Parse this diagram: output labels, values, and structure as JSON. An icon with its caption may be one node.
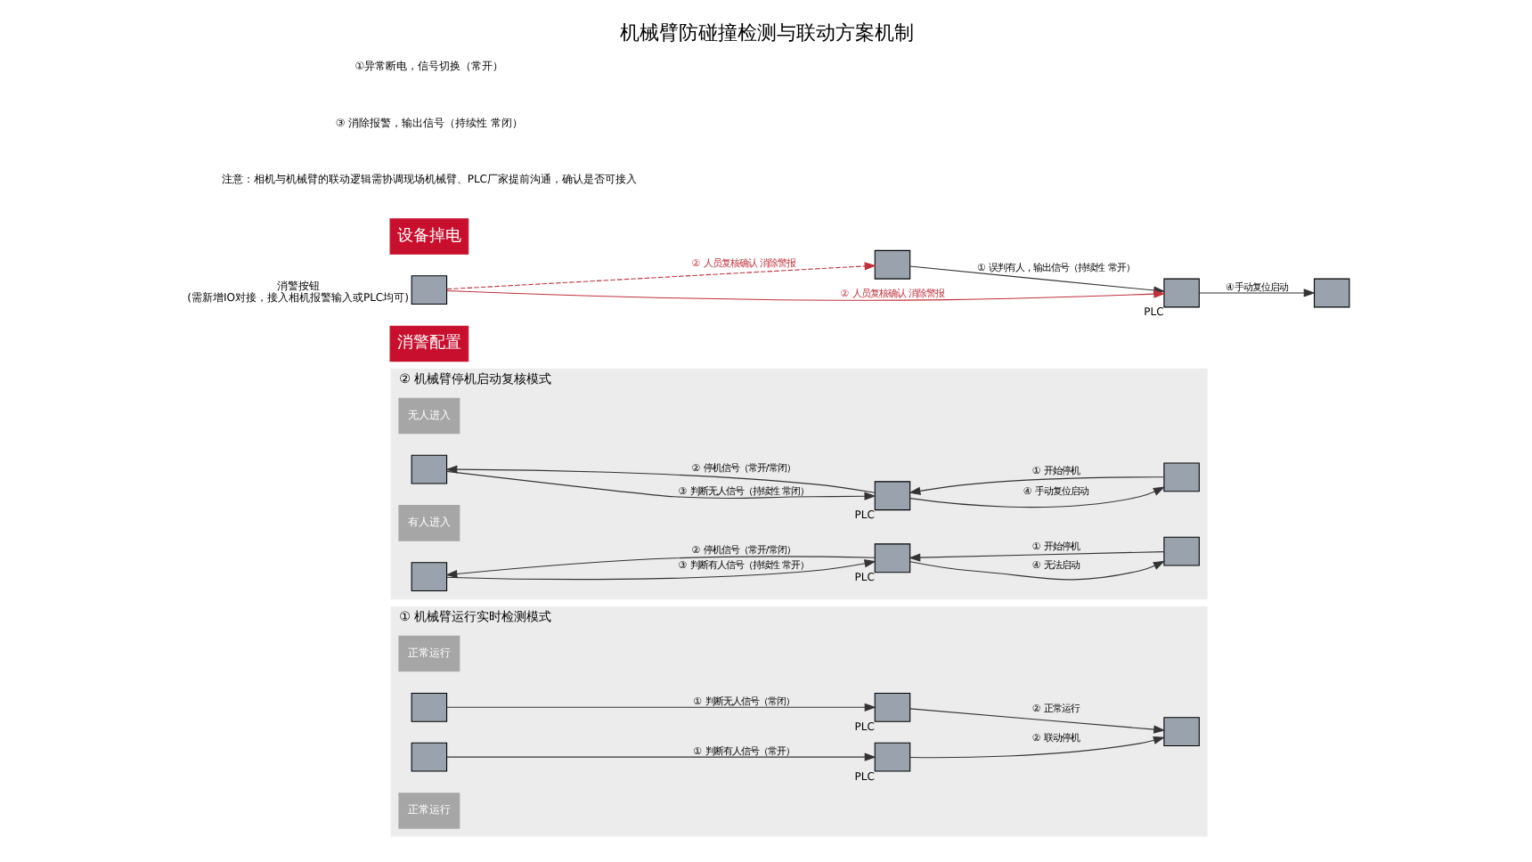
{
  "diagram": {
    "title": "机械臂防碰撞检测与联动方案机制",
    "nodes": [
      {
        "text": [
          "① 机械臂运行实时检测模式"
        ]
      },
      {
        "text": [
          "正常运行"
        ],
        "in": 0
      },
      {
        "text": [],
        "shape": "box",
        "in": 0
      },
      {
        "text": [],
        "shape": "box",
        "in": 0,
        "beside": [
          "PLC"
        ]
      },
      {
        "text": [],
        "shape": "box",
        "in": 0
      },
      {
        "text": [],
        "shape": "box",
        "in": 0
      },
      {
        "text": [],
        "shape": "box",
        "in": 0,
        "beside": [
          "PLC"
        ]
      },
      {
        "text": [
          "正常运行"
        ],
        "in": 0
      },
      {
        "text": [
          "② 机械臂停机启动复核模式"
        ]
      },
      {
        "text": [
          "无人进入"
        ],
        "in": 8
      },
      {
        "text": [],
        "shape": "box",
        "in": 8
      },
      {
        "text": [],
        "shape": "box",
        "in": 8,
        "beside": [
          "PLC"
        ]
      },
      {
        "text": [],
        "shape": "box",
        "in": 8
      },
      {
        "text": [
          "有人进入"
        ],
        "in": 8
      },
      {
        "text": [],
        "shape": "box",
        "in": 8
      },
      {
        "text": [],
        "shape": "box",
        "in": 8,
        "beside": [
          "PLC"
        ]
      },
      {
        "text": [],
        "shape": "box",
        "in": 8
      },
      {
        "text": [
          "消警配置"
        ]
      },
      {
        "text": [],
        "shape": "box"
      },
      {
        "text": [],
        "shape": "box",
        "beside": [
          "PLC"
        ]
      },
      {
        "text": [],
        "shape": "box"
      },
      {
        "text": [],
        "shape": "box",
        "beside": [
          "消警按钮",
          "(需新增IO对接，接入相机报警输入或PLC均可)"
        ]
      },
      {
        "text": [
          "设备掉电"
        ]
      }
    ],
    "edges": [
      {
        "from": 2,
        "to": 3,
        "arrow": "to",
        "label": "① 判断无人信号（常闭）"
      },
      {
        "from": 3,
        "to": 4,
        "arrow": "to",
        "label": "② 正常运行"
      },
      {
        "from": 5,
        "to": 6,
        "arrow": "to",
        "label": "① 判断有人信号（常开）"
      },
      {
        "from": 6,
        "to": 4,
        "arrow": "to",
        "label": "② 联动停机"
      },
      {
        "from": 11,
        "to": 10,
        "arrow": "to",
        "label": "② 停机信号（常开/常闭）"
      },
      {
        "from": 10,
        "to": 11,
        "arrow": "to",
        "label": "③ 判断无人信号（持续性 常闭）"
      },
      {
        "from": 12,
        "to": 11,
        "arrow": "to",
        "label": "① 开始停机"
      },
      {
        "from": 11,
        "to": 12,
        "arrow": "to",
        "label": "④ 手动复位启动"
      },
      {
        "from": 15,
        "to": 14,
        "arrow": "to",
        "label": "② 停机信号（常开/常闭）"
      },
      {
        "from": 14,
        "to": 15,
        "arrow": "to",
        "label": "③ 判断有人信号（持续性 常开）"
      },
      {
        "from": 16,
        "to": 15,
        "arrow": "to",
        "label": "① 开始停机"
      },
      {
        "from": 15,
        "to": 16,
        "arrow": "to",
        "label": "④ 无法启动"
      },
      {
        "from": 18,
        "to": 19,
        "arrow": "to",
        "label": "① 误判有人，输出信号（持续性 常开）"
      },
      {
        "from": 19,
        "to": 20,
        "arrow": "to",
        "label": "④手动复位启动"
      },
      {
        "from": 21,
        "to": 18,
        "arrow": "to",
        "label": "② 人员复核确认 消除警报",
        "style": "dashed",
        "color": "#c0313a"
      },
      {
        "from": 21,
        "to": 19,
        "arrow": "to",
        "label": "② 人员复核确认 消除警报",
        "color": "#c0313a"
      }
    ],
    "labels": [
      "注意：相机与机械臂的联动逻辑需协调现场机械臂、PLC厂家提前沟通，确认是否可接入",
      "③ 消除报警，输出信号（持续性 常闭）",
      "①异常断电，信号切换（常开）"
    ]
  }
}
